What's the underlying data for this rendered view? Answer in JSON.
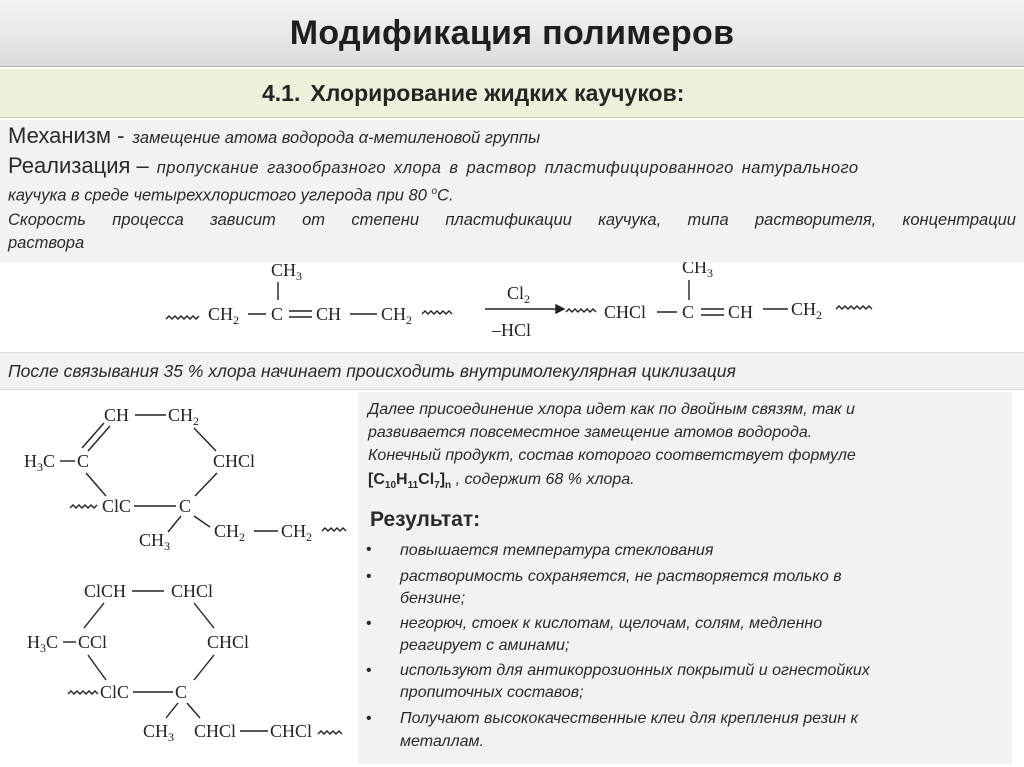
{
  "title": "Модификация полимеров",
  "subtitle": {
    "number": "4.1.",
    "text": "Хлорирование жидких каучуков:"
  },
  "mechanism": {
    "label": "Механизм -",
    "text": "замещение атома водорода α-метиленовой группы"
  },
  "realization": {
    "label": "Реализация –",
    "line1": "пропускание газообразного хлора в раствор пластифицированного натурального",
    "line2_pre": "каучука в среде четыреххлористого углерода при 80 ",
    "line2_sup": "o",
    "line2_post": "С."
  },
  "speed": {
    "line1": "Скорость процесса зависит от степени пластификации каучука, типа растворителя, концентрации",
    "line2": "раствора"
  },
  "reaction": {
    "reactant": {
      "ch2_left": "CH",
      "c": "C",
      "ch": "CH",
      "ch2_right": "CH",
      "ch3": "CH",
      "sub2": "2",
      "sub3": "3"
    },
    "reagent_top": "Cl",
    "reagent_top_sub": "2",
    "reagent_bottom": "–HCl",
    "product": {
      "chcl": "CHCl",
      "c": "C",
      "ch": "CH",
      "ch2": "CH",
      "ch3": "CH",
      "sub2": "2",
      "sub3": "3"
    }
  },
  "cyclization_text": "После связывания 35 % хлора начинает происходить внутримолекулярная циклизация",
  "ring1": {
    "ch": "CH",
    "ch2": "CH",
    "sub2": "2",
    "h3c": "H",
    "h3c_sub": "3",
    "h3c_c": "C",
    "c_left": "C",
    "chcl": "CHCl",
    "clc": "ClC",
    "c_bottom": "C",
    "ch3": "CH",
    "ch3_sub": "3",
    "ch2a": "CH",
    "ch2b": "CH"
  },
  "ring2": {
    "clch": "ClCH",
    "chcl_top": "CHCl",
    "h3c": "H",
    "h3c_sub": "3",
    "h3c_c": "C",
    "ccl": "CCl",
    "chcl_right": "CHCl",
    "clc": "ClC",
    "c_bottom": "C",
    "ch3": "CH",
    "ch3_sub": "3",
    "chcl_a": "CHCl",
    "chcl_b": "CHCl"
  },
  "right": {
    "line1": "Далее присоединение хлора идет как по двойным связям, так и",
    "line2": "развивается повсеместное замещение атомов водорода.",
    "line3": "Конечный продукт, состав которого соответствует формуле",
    "formula": {
      "open": "[C",
      "n10": "10",
      "h": "H",
      "n11": "11",
      "cl": "Cl",
      "n7": "7",
      "close": "]",
      "n": "n"
    },
    "line4_post": " , содержит 68 % хлора.",
    "result_title": "Результат:",
    "bullets": [
      {
        "lines": [
          "повышается температура стеклования"
        ]
      },
      {
        "lines": [
          "растворимость сохраняется, не растворяется только в",
          "бензине;"
        ]
      },
      {
        "lines": [
          "негорюч, стоек к кислотам, щелочам, солям, медленно",
          "реагирует с аминами;"
        ]
      },
      {
        "lines": [
          "используют для антикоррозионных покрытий и огнестойких",
          "пропиточных составов;"
        ]
      },
      {
        "lines": [
          "Получают высококачественные клеи для крепления резин к",
          "металлам."
        ]
      }
    ],
    "bullet_symbol": "•"
  }
}
